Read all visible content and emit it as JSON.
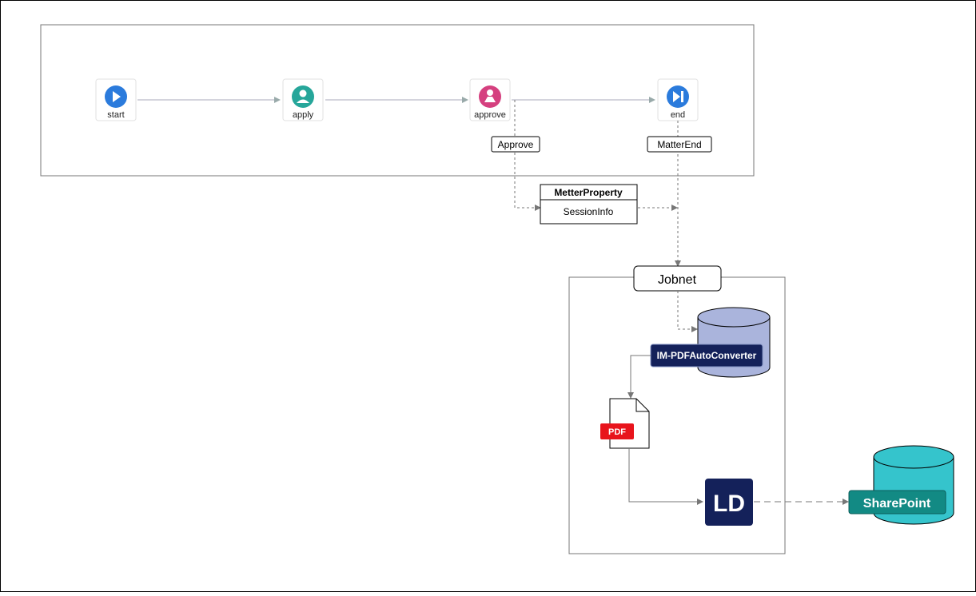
{
  "workflow": {
    "nodes": {
      "start": {
        "label": "start",
        "icon": "play-icon",
        "color": "#2b7bdc"
      },
      "apply": {
        "label": "apply",
        "icon": "person-icon",
        "color": "#26a69a"
      },
      "approve": {
        "label": "approve",
        "icon": "approver-icon",
        "color": "#d5407f"
      },
      "end": {
        "label": "end",
        "icon": "skip-end-icon",
        "color": "#2b7bdc"
      }
    },
    "events": {
      "approve_event": "Approve",
      "matter_end_event": "MatterEnd"
    }
  },
  "property": {
    "header": "MetterProperty",
    "body": "SessionInfo"
  },
  "jobnet": {
    "title": "Jobnet",
    "converter": {
      "label": "IM-PDFAutoConverter",
      "color": "#14215a",
      "db_color": "#aab4dc"
    },
    "pdf": {
      "badge": "PDF",
      "badge_color": "#e8141c"
    },
    "ld": {
      "label": "LD",
      "color": "#14215a"
    }
  },
  "sharepoint": {
    "label": "SharePoint",
    "color": "#128a84",
    "db_color": "#35c4cc"
  }
}
